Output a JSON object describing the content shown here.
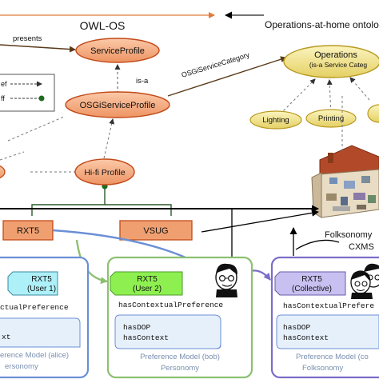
{
  "header": {
    "left_title": "OWL-OS",
    "right_title": "Operations-at-home ontolo"
  },
  "ontology": {
    "presents": "presents",
    "service_profile": "ServiceProfile",
    "is_a": "is-a",
    "osgi_service_profile": "OSGiServiceProfile",
    "osgi_service_category": "OSGiServiceCategory",
    "operations_line1": "Operations",
    "operations_line2": "(is-a Service Categ",
    "lighting": "Lighting",
    "printing": "Printing",
    "hifi_profile": "Hi-fi Profile"
  },
  "legend": {
    "row1": "ef",
    "row2": "ff"
  },
  "devices": {
    "rxt5": "RXT5",
    "vsug": "VSUG"
  },
  "folksonomy": {
    "line1": "Folksonomy",
    "line2": "CXMS"
  },
  "panels": {
    "alice": {
      "tag_line1": "RXT5",
      "tag_line2": "(User 1)",
      "preference": "ctualPreference",
      "scroll_line": "xt",
      "model": "erence Model (alice)",
      "sub": "ersonomy"
    },
    "bob": {
      "tag_line1": "RXT5",
      "tag_line2": "(User 2)",
      "preference": "hasContextualPreference",
      "scroll_line1": "hasDOP",
      "scroll_line2": "hasContext",
      "model": "Preference Model (bob)",
      "sub": "Personomy"
    },
    "collective": {
      "tag_line1": "RXT5",
      "tag_line2": "(Collective)",
      "preference": "hasContextualPrefere",
      "scroll_line1": "hasDOP",
      "scroll_line2": "hasContext",
      "model": "Preference Model (co",
      "sub": "Folksonomy"
    }
  },
  "colors": {
    "orange_node": "#f0a070",
    "orange_border": "#c24a1a",
    "gold_node": "#eee08a",
    "gold_border": "#b89a20",
    "panel_blue": "#6b8fd6",
    "panel_green": "#8cc070",
    "panel_purple": "#7a6ec8",
    "tag_cyan": "#aef0f8",
    "tag_green": "#8ef050",
    "tag_lilac": "#c8c0f0",
    "scroll": "#e6f0fb"
  }
}
